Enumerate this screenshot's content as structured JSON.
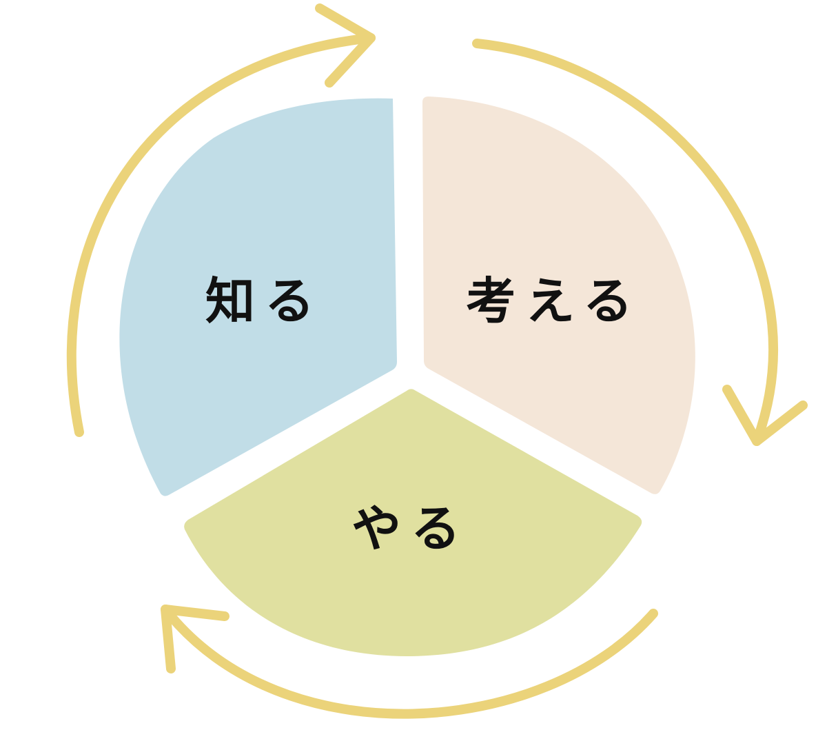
{
  "segments": [
    {
      "key": "know",
      "label": "知る",
      "color": "#c1dde7"
    },
    {
      "key": "think",
      "label": "考える",
      "color": "#f4e6d8"
    },
    {
      "key": "do",
      "label": "やる",
      "color": "#e0e0a0"
    }
  ],
  "arrow_color": "#ebd37a",
  "arrow_direction": "clockwise"
}
